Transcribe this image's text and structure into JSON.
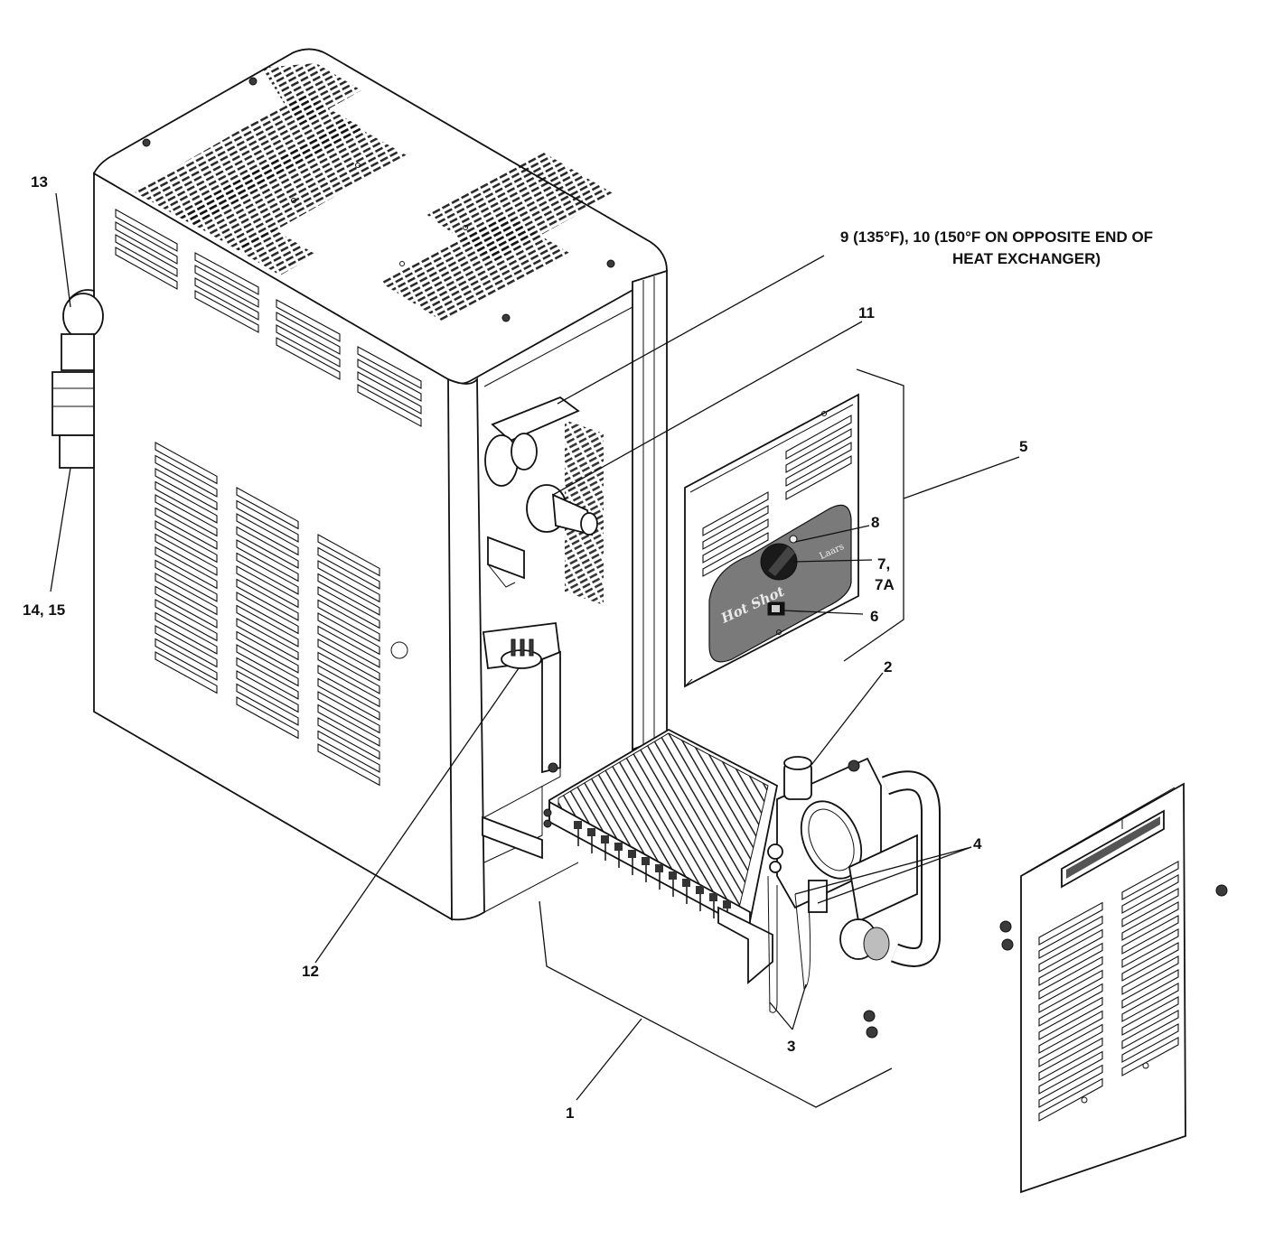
{
  "callouts": {
    "c1": "1",
    "c2": "2",
    "c3": "3",
    "c4": "4",
    "c5": "5",
    "c6": "6",
    "c7": "7,",
    "c7a": "7A",
    "c8": "8",
    "c9_line1": "9 (135°F), 10 (150°F ON OPPOSITE END OF",
    "c9_line2": "HEAT EXCHANGER)",
    "c11": "11",
    "c12": "12",
    "c13": "13",
    "c14": "14, 15"
  },
  "control_panel": {
    "brand_script": "Hot Shot",
    "logo": "Laars"
  }
}
